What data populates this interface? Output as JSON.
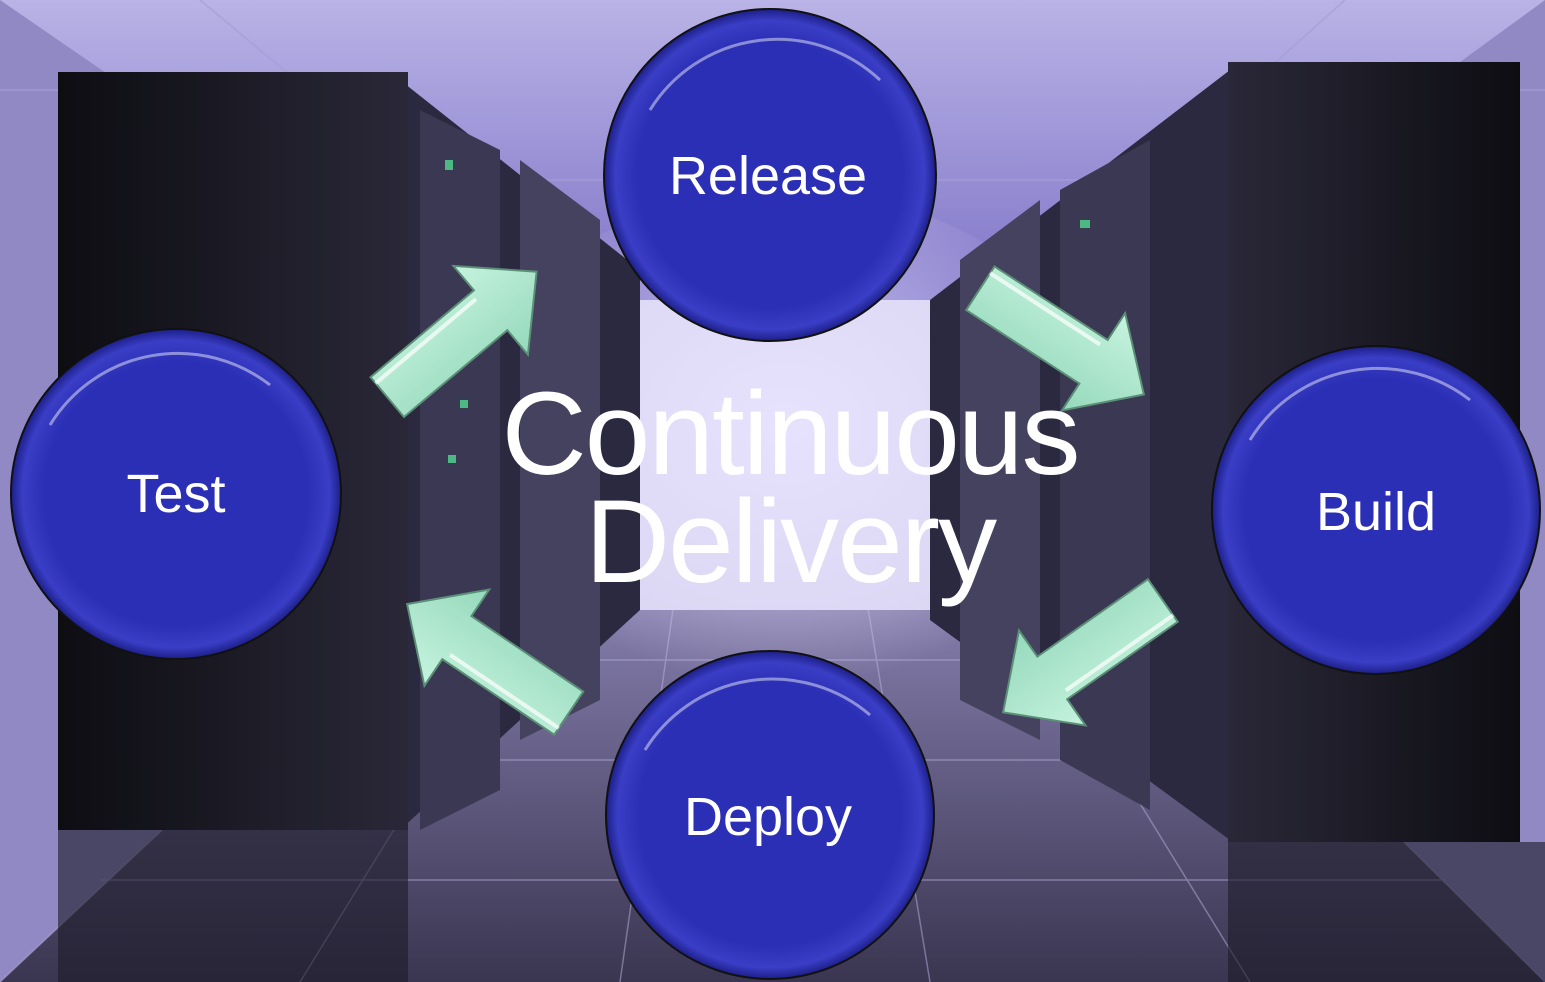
{
  "diagram": {
    "title_line1": "Continuous",
    "title_line2": "Delivery",
    "nodes": {
      "release": "Release",
      "build": "Build",
      "deploy": "Deploy",
      "test": "Test"
    }
  },
  "colors": {
    "node_fill": "#2b2fb5",
    "arrow_fill": "#a8e6cc",
    "background_tint": "#7a6ec9"
  }
}
